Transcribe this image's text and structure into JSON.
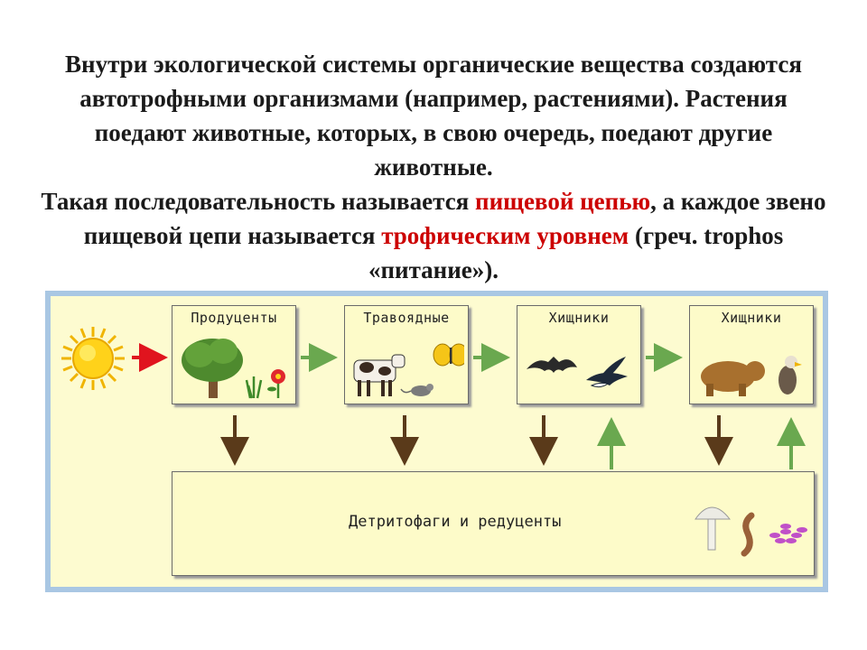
{
  "text": {
    "p1": "Внутри экологической системы органические вещества создаются автотрофными организмами (например, растениями). Растения поедают животные, которых, в свою очередь, поедают другие животные.",
    "p2_start": "Такая последовательность называется ",
    "p2_hl1": "пищевой цепью",
    "p2_mid": ", а каждое звено пищевой цепи называется ",
    "p2_hl2": "трофическим уровнем",
    "p2_end": " (греч. trophos «питание»)."
  },
  "boxes": [
    {
      "label": "Продуценты",
      "icons": [
        "tree-icon",
        "grass-icon",
        "flower-icon"
      ]
    },
    {
      "label": "Травоядные",
      "icons": [
        "cow-icon",
        "mouse-icon",
        "butterfly-icon"
      ]
    },
    {
      "label": "Хищники",
      "icons": [
        "bat-icon",
        "swallow-icon"
      ]
    },
    {
      "label": "Хищники",
      "icons": [
        "bear-icon",
        "eagle-icon"
      ]
    }
  ],
  "bottom": {
    "label": "Детритофаги и редуценты",
    "icons": [
      "mushroom-icon",
      "worm-icon",
      "bacteria-icon"
    ]
  },
  "colors": {
    "highlight": "#cc0000",
    "green_arrow": "#6aa84f",
    "brown_arrow": "#5a3a1a",
    "red_arrow": "#e0141e",
    "frame": "#a9c7e3"
  }
}
